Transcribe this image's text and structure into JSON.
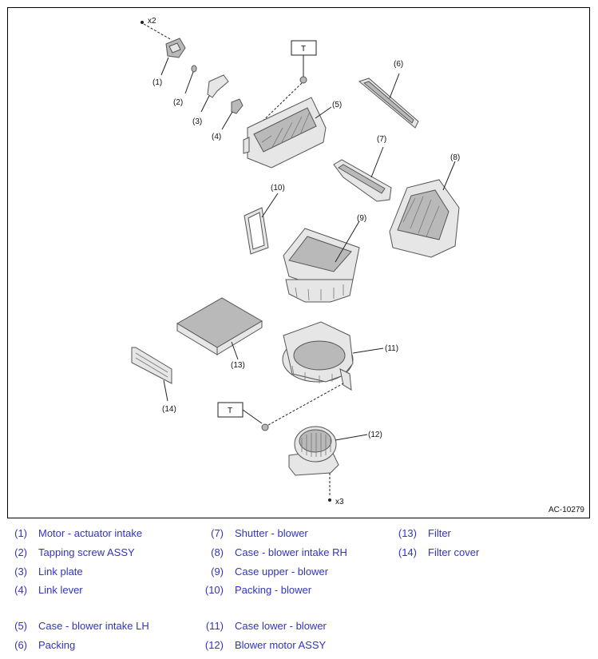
{
  "diagram": {
    "reference": "AC-10279",
    "qty_marks": {
      "motor_screws": "x2",
      "blower_screws": "x3"
    },
    "torque_mark": "T",
    "callouts": [
      "(1)",
      "(2)",
      "(3)",
      "(4)",
      "(5)",
      "(6)",
      "(7)",
      "(8)",
      "(9)",
      "(10)",
      "(11)",
      "(12)",
      "(13)",
      "(14)"
    ]
  },
  "legend": [
    {
      "num": "(1)",
      "label": "Motor - actuator intake"
    },
    {
      "num": "(2)",
      "label": "Tapping screw ASSY"
    },
    {
      "num": "(3)",
      "label": "Link plate"
    },
    {
      "num": "(4)",
      "label": "Link lever"
    },
    {
      "num": "(5)",
      "label": "Case - blower intake LH"
    },
    {
      "num": "(6)",
      "label": "Packing"
    },
    {
      "num": "(7)",
      "label": "Shutter - blower"
    },
    {
      "num": "(8)",
      "label": "Case - blower intake RH"
    },
    {
      "num": "(9)",
      "label": "Case upper - blower"
    },
    {
      "num": "(10)",
      "label": "Packing - blower"
    },
    {
      "num": "(11)",
      "label": "Case lower - blower"
    },
    {
      "num": "(12)",
      "label": "Blower motor ASSY"
    },
    {
      "num": "(13)",
      "label": "Filter"
    },
    {
      "num": "(14)",
      "label": "Filter cover"
    }
  ]
}
